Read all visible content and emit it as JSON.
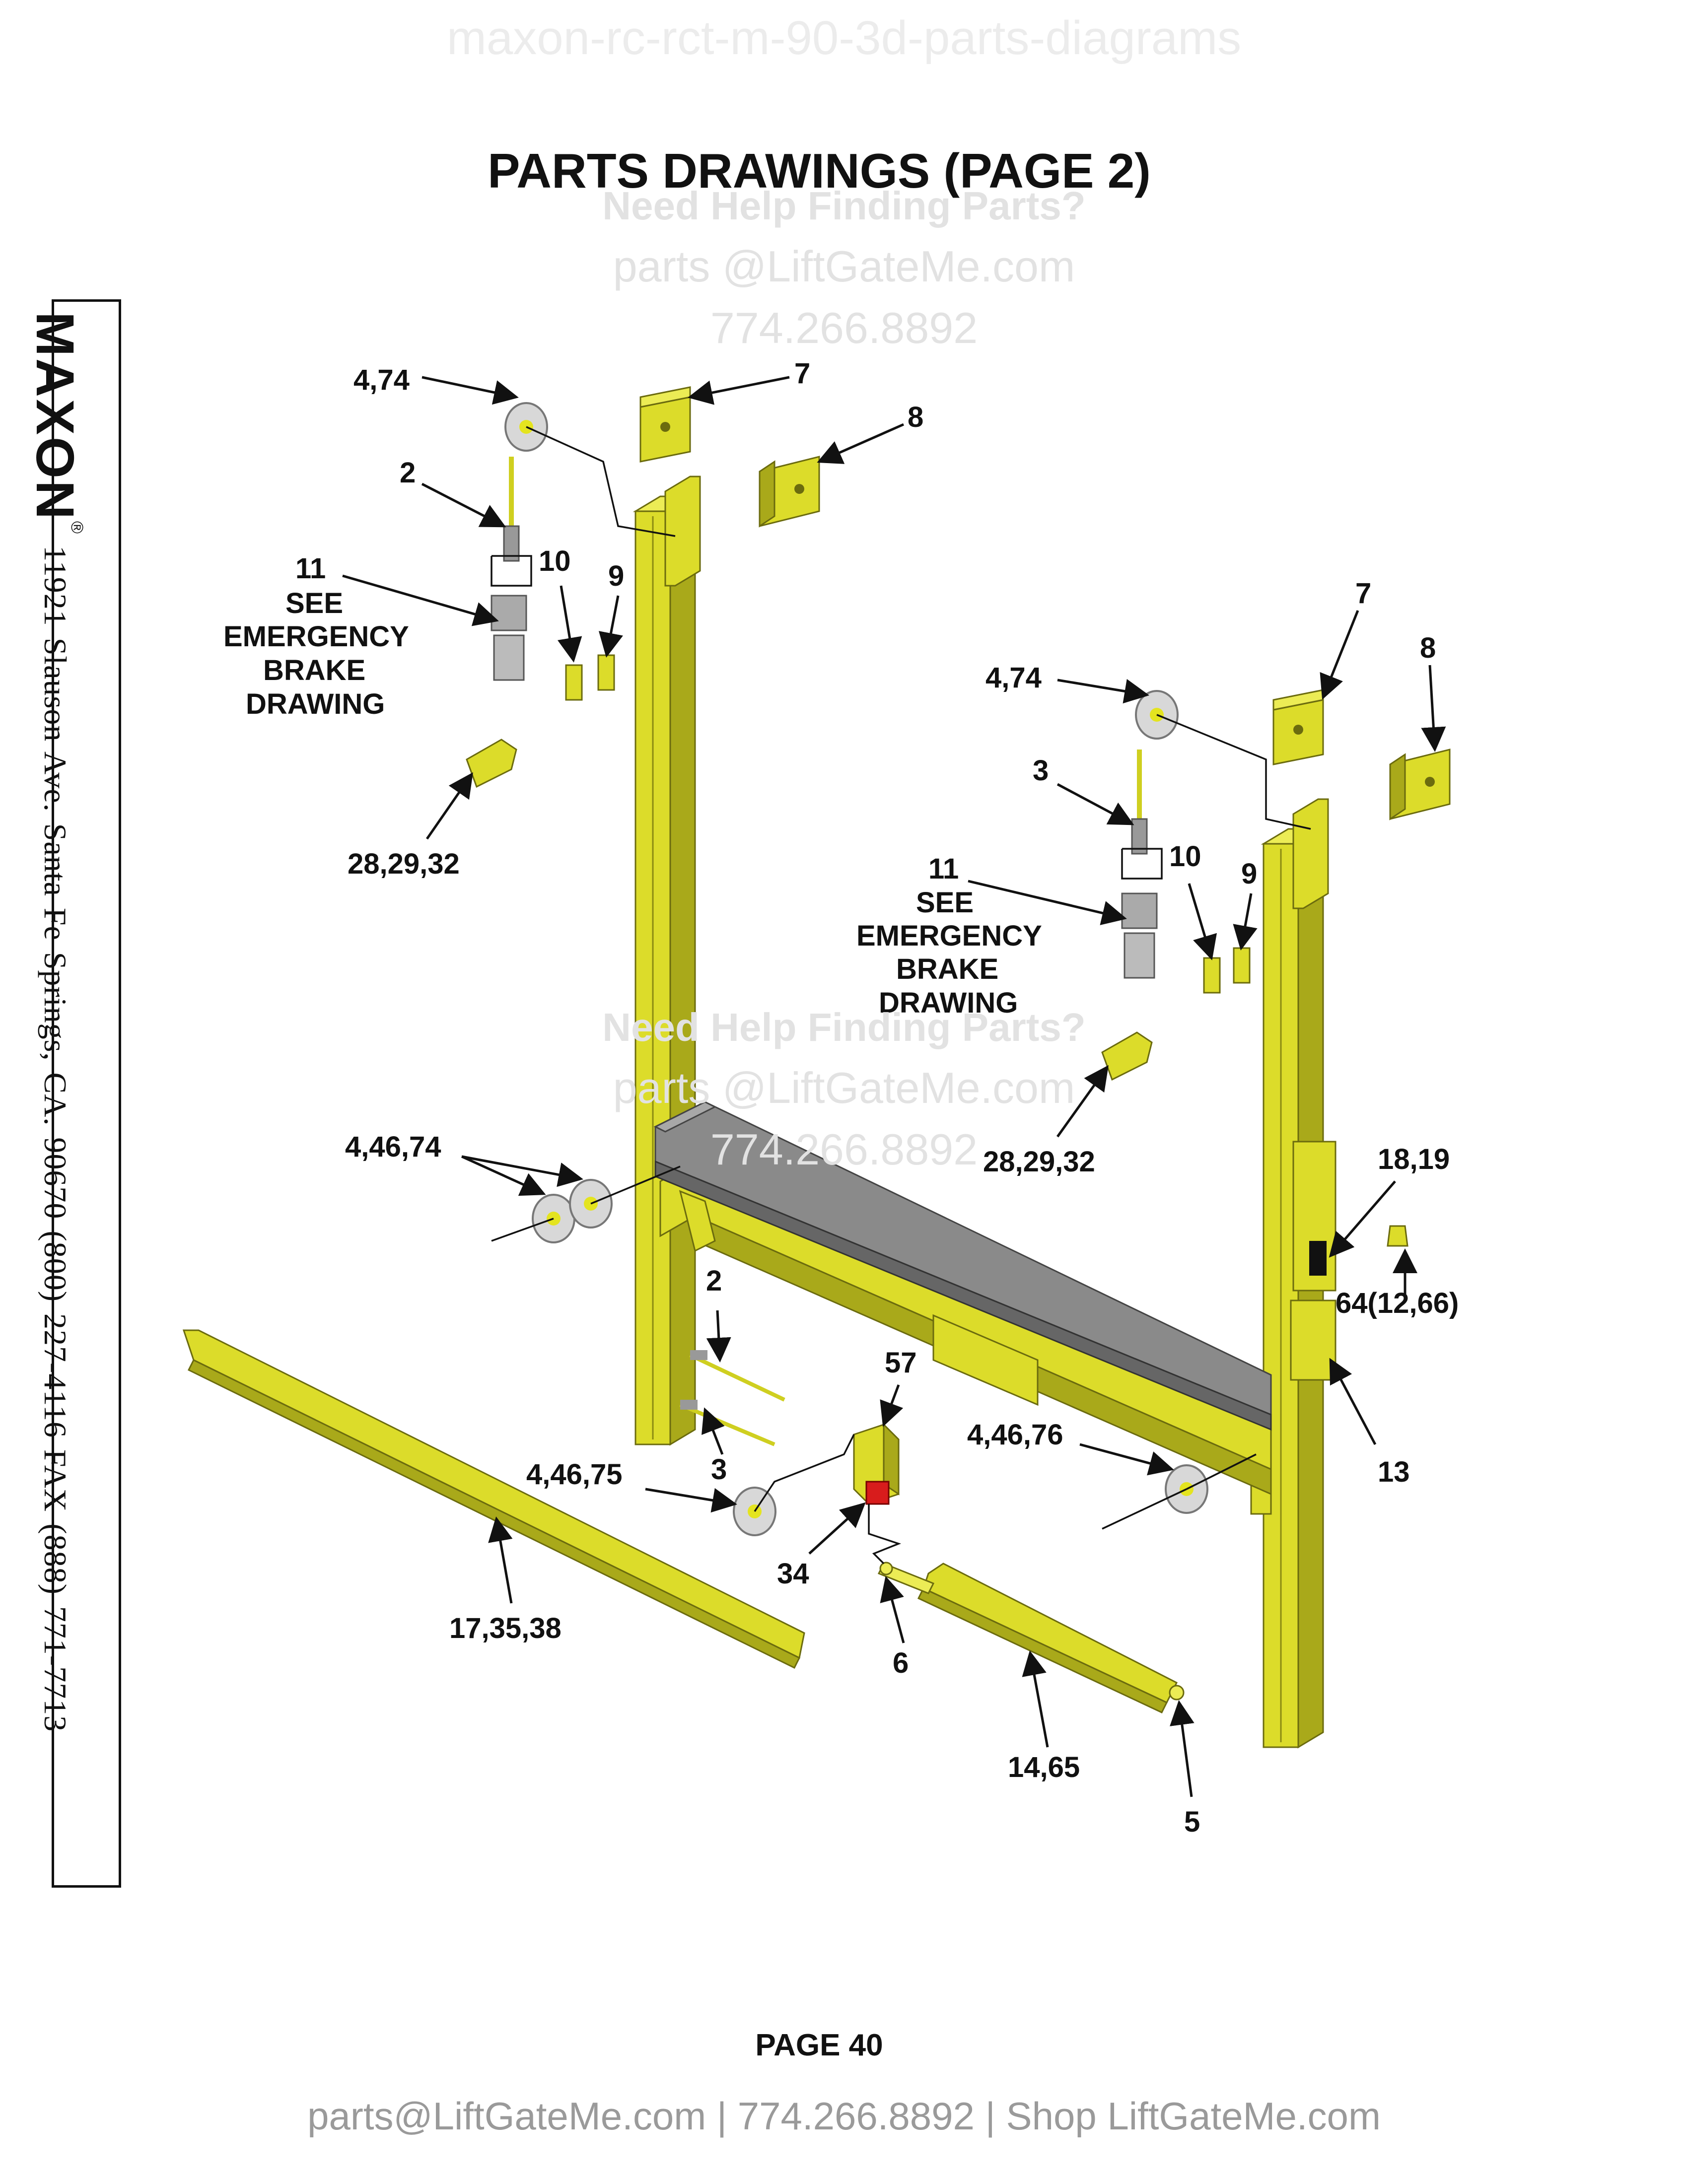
{
  "watermark_top": "maxon-rc-rct-m-90-3d-parts-diagrams",
  "title": "PARTS DRAWINGS (PAGE 2)",
  "watermark": {
    "heading": "Need Help Finding Parts?",
    "email": "parts @LiftGateMe.com",
    "phone": "774.266.8892"
  },
  "brand": {
    "logo": "MAXON",
    "reg": "®",
    "address": "11921 Slauson Ave.   Santa Fe Springs, CA.   90670   (800) 227-4116   FAX (888) 771-7713"
  },
  "callouts": {
    "c_4_74_a": "4,74",
    "c_7_a": "7",
    "c_8_a": "8",
    "c_2_a": "2",
    "c_11_a": "11",
    "c_see_a": "SEE",
    "c_em_a": "EMERGENCY",
    "c_brake_a": "BRAKE",
    "c_draw_a": "DRAWING",
    "c_10_a": "10",
    "c_9_a": "9",
    "c_28_a": "28,29,32",
    "c_7_b": "7",
    "c_8_b": "8",
    "c_4_74_b": "4,74",
    "c_3_a": "3",
    "c_11_b": "11",
    "c_see_b": "SEE",
    "c_em_b": "EMERGENCY",
    "c_brake_b": "BRAKE",
    "c_draw_b": "DRAWING",
    "c_10_b": "10",
    "c_9_b": "9",
    "c_28_b": "28,29,32",
    "c_4_46_74": "4,46,74",
    "c_18_19": "18,19",
    "c_64": "64(12,66)",
    "c_2_b": "2",
    "c_57": "57",
    "c_3_b": "3",
    "c_4_46_75": "4,46,75",
    "c_4_46_76": "4,46,76",
    "c_13": "13",
    "c_34": "34",
    "c_17": "17,35,38",
    "c_6": "6",
    "c_14_65": "14,65",
    "c_5": "5"
  },
  "page_number": "PAGE 40",
  "footer": "parts@LiftGateMe.com | 774.266.8892 | Shop LiftGateMe.com"
}
